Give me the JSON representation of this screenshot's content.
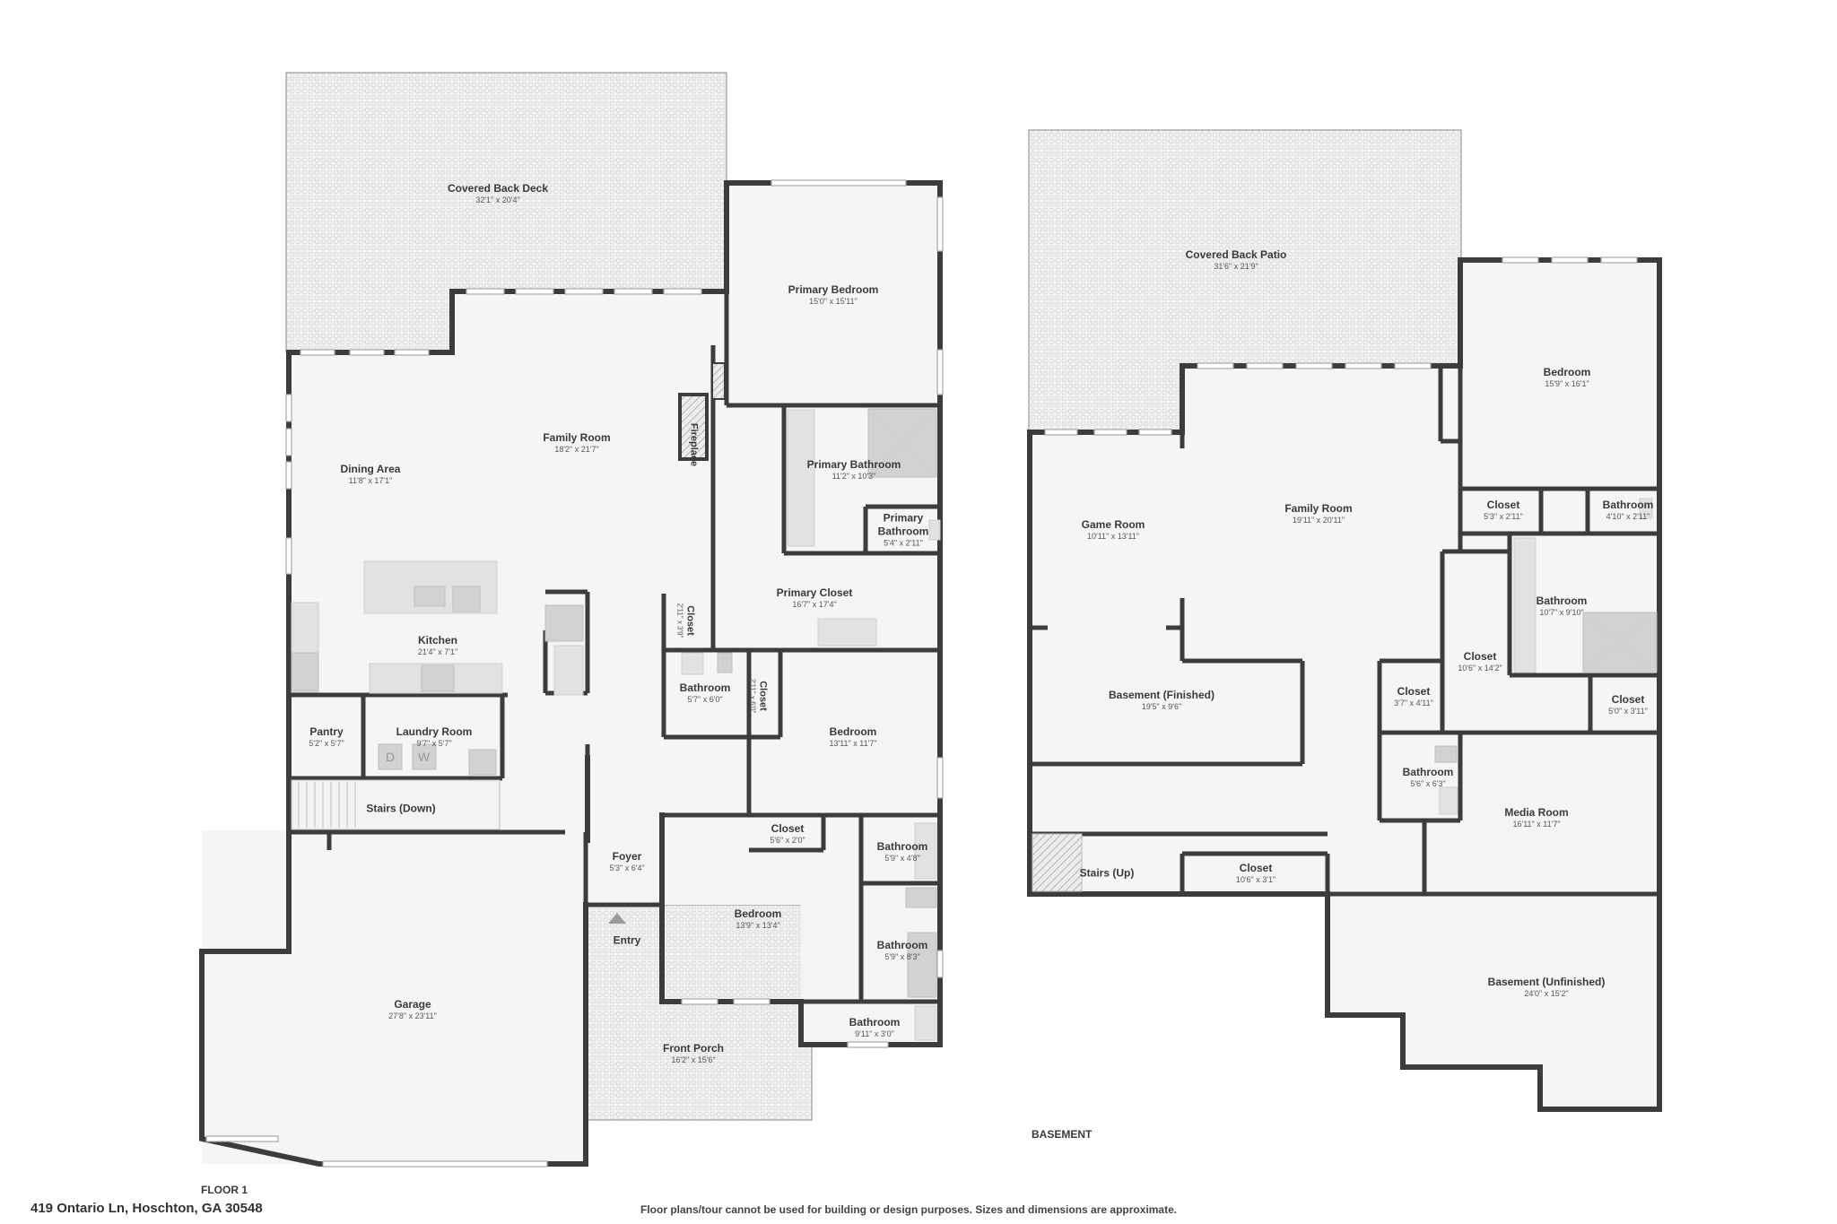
{
  "floor1": {
    "title": "FLOOR 1",
    "rooms": [
      {
        "id": "covered-back-deck",
        "name": "Covered Back Deck",
        "dim": "32'1\" x 20'4\""
      },
      {
        "id": "primary-bedroom",
        "name": "Primary Bedroom",
        "dim": "15'0\" x 15'11\""
      },
      {
        "id": "family-room",
        "name": "Family Room",
        "dim": "18'2\" x 21'7\""
      },
      {
        "id": "dining-area",
        "name": "Dining Area",
        "dim": "11'8\" x 17'1\""
      },
      {
        "id": "fireplace",
        "name": "Fireplace",
        "dim": ""
      },
      {
        "id": "primary-bathroom",
        "name": "Primary Bathroom",
        "dim": "11'2\" x 10'3\""
      },
      {
        "id": "primary-bathroom-2",
        "name": "Primary Bathroom",
        "dim": "5'4\" x 2'11\""
      },
      {
        "id": "primary-closet",
        "name": "Primary Closet",
        "dim": "16'7\" x 17'4\""
      },
      {
        "id": "closet-1",
        "name": "Closet",
        "dim": "2'11\" x 3'9\""
      },
      {
        "id": "kitchen",
        "name": "Kitchen",
        "dim": "21'4\" x 7'1\""
      },
      {
        "id": "bathroom-1",
        "name": "Bathroom",
        "dim": "5'7\" x 6'0\""
      },
      {
        "id": "closet-2",
        "name": "Closet",
        "dim": "2'11\" x 6'0\""
      },
      {
        "id": "bedroom-1",
        "name": "Bedroom",
        "dim": "13'11\" x 11'7\""
      },
      {
        "id": "pantry",
        "name": "Pantry",
        "dim": "5'2\" x 5'7\""
      },
      {
        "id": "laundry-room",
        "name": "Laundry Room",
        "dim": "9'7\" x 5'7\""
      },
      {
        "id": "stairs-down",
        "name": "Stairs (Down)",
        "dim": ""
      },
      {
        "id": "closet-3",
        "name": "Closet",
        "dim": "5'6\" x 2'0\""
      },
      {
        "id": "bathroom-2",
        "name": "Bathroom",
        "dim": "5'9\" x 4'8\""
      },
      {
        "id": "foyer",
        "name": "Foyer",
        "dim": "5'3\" x 6'4\""
      },
      {
        "id": "bedroom-2",
        "name": "Bedroom",
        "dim": "13'9\" x 13'4\""
      },
      {
        "id": "bathroom-3",
        "name": "Bathroom",
        "dim": "5'9\" x 8'3\""
      },
      {
        "id": "entry",
        "name": "Entry",
        "dim": ""
      },
      {
        "id": "garage",
        "name": "Garage",
        "dim": "27'8\" x 23'11\""
      },
      {
        "id": "front-porch",
        "name": "Front Porch",
        "dim": "16'2\" x 15'6\""
      },
      {
        "id": "bathroom-4",
        "name": "Bathroom",
        "dim": "9'11\" x 3'0\""
      }
    ],
    "appliance_marks": {
      "dryer": "D",
      "washer": "W"
    }
  },
  "basement": {
    "title": "BASEMENT",
    "rooms": [
      {
        "id": "covered-back-patio",
        "name": "Covered Back Patio",
        "dim": "31'6\" x 21'9\""
      },
      {
        "id": "b-bedroom",
        "name": "Bedroom",
        "dim": "15'9\" x 16'1\""
      },
      {
        "id": "b-game-room",
        "name": "Game Room",
        "dim": "10'11\" x 13'11\""
      },
      {
        "id": "b-family-room",
        "name": "Family Room",
        "dim": "19'11\" x 20'11\""
      },
      {
        "id": "b-closet-1",
        "name": "Closet",
        "dim": "5'3\" x 2'11\""
      },
      {
        "id": "b-bathroom-1",
        "name": "Bathroom",
        "dim": "4'10\" x 2'11\""
      },
      {
        "id": "b-bathroom-2",
        "name": "Bathroom",
        "dim": "10'7\" x 9'10\""
      },
      {
        "id": "b-closet-2",
        "name": "Closet",
        "dim": "10'6\" x 14'2\""
      },
      {
        "id": "b-basement-finished",
        "name": "Basement (Finished)",
        "dim": "19'5\" x 9'6\""
      },
      {
        "id": "b-closet-3",
        "name": "Closet",
        "dim": "3'7\" x 4'11\""
      },
      {
        "id": "b-closet-4",
        "name": "Closet",
        "dim": "5'0\" x 3'11\""
      },
      {
        "id": "b-bathroom-3",
        "name": "Bathroom",
        "dim": "5'6\" x 6'3\""
      },
      {
        "id": "b-media-room",
        "name": "Media Room",
        "dim": "16'11\" x 11'7\""
      },
      {
        "id": "b-stairs-up",
        "name": "Stairs (Up)",
        "dim": ""
      },
      {
        "id": "b-closet-5",
        "name": "Closet",
        "dim": "10'6\" x 3'1\""
      },
      {
        "id": "b-basement-unfinished",
        "name": "Basement (Unfinished)",
        "dim": "24'0\" x 15'2\""
      }
    ]
  },
  "footer": {
    "address": "419 Ontario Ln, Hoschton, GA 30548",
    "disclaimer": "Floor plans/tour cannot be used for building or design purposes. Sizes and dimensions are approximate."
  }
}
